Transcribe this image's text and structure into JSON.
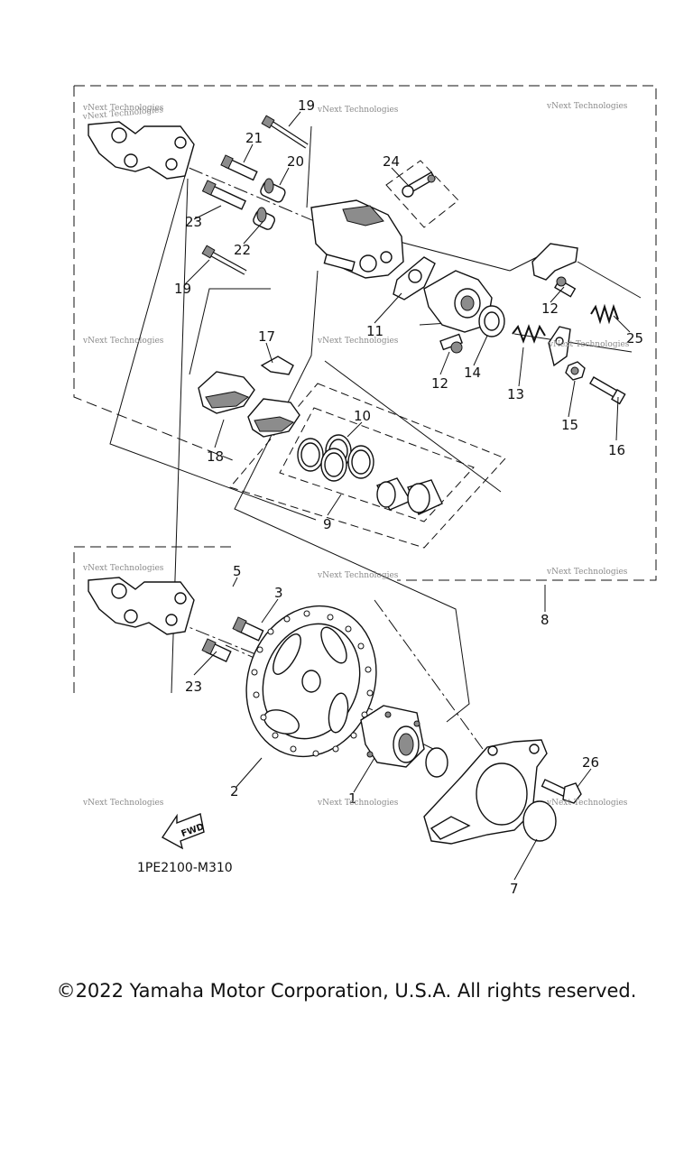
{
  "diagram": {
    "callouts": [
      "1",
      "2",
      "3",
      "5",
      "7",
      "8",
      "9",
      "10",
      "11",
      "12",
      "12",
      "13",
      "14",
      "15",
      "16",
      "17",
      "18",
      "19",
      "19",
      "20",
      "21",
      "22",
      "23",
      "23",
      "24",
      "25",
      "26"
    ],
    "fwd_label": "FWD",
    "figure_code": "1PE2100-M310",
    "watermark": "vNext Technologies"
  },
  "footer": {
    "copyright": "©2022 Yamaha Motor Corporation, U.S.A. All rights reserved."
  }
}
